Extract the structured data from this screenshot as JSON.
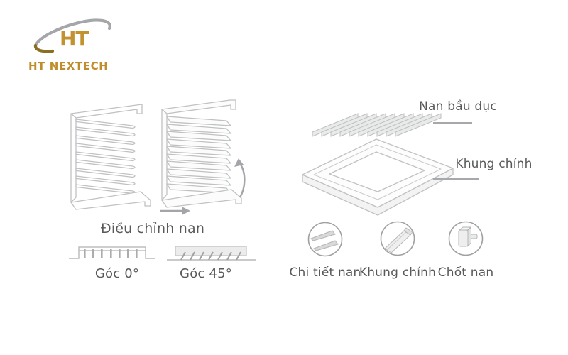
{
  "brand": {
    "monogram": "HT",
    "name": "HT NEXTECH",
    "gold": "#C1922F",
    "swoosh_gray": "#A4A6A9"
  },
  "colors": {
    "line_art": "#BFC1C3",
    "label_text": "#58595B",
    "fill_light": "#ECECED"
  },
  "adjustment": {
    "caption": "Điều chỉnh nan",
    "angle_left": "Góc 0°",
    "angle_right": "Góc 45°"
  },
  "exploded": {
    "slats_label": "Nan bầu dục",
    "frame_label": "Khung chính"
  },
  "details": [
    {
      "label": "Chi tiết nan",
      "icon": "louver-blade-icon"
    },
    {
      "label": "Khung chính",
      "icon": "frame-profile-icon"
    },
    {
      "label": "Chốt nan",
      "icon": "pin-icon"
    }
  ]
}
